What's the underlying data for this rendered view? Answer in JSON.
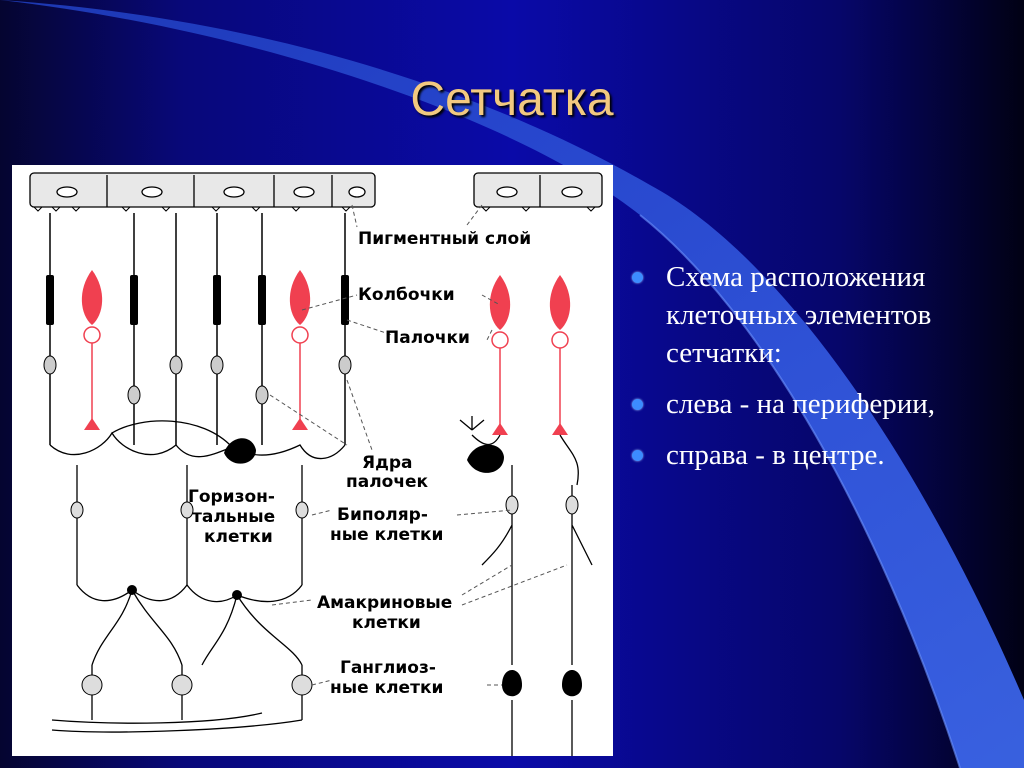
{
  "slide": {
    "title": "Сетчатка",
    "bullets": [
      {
        "text": "Схема расположения клеточных элементов сетчатки:"
      },
      {
        "text": "слева - на периферии,"
      },
      {
        "text": "справа - в центре."
      }
    ]
  },
  "diagram": {
    "labels": {
      "pigment": "Пигментный слой",
      "cones": "Колбочки",
      "rods": "Палочки",
      "rod_nuclei_1": "Ядра",
      "rod_nuclei_2": "палочек",
      "horizontal_1": "Горизон-",
      "horizontal_2": "тальные",
      "horizontal_3": "клетки",
      "bipolar_1": "Биполяр-",
      "bipolar_2": "ные клетки",
      "amacrine_1": "Амакриновые",
      "amacrine_2": "клетки",
      "ganglion_1": "Ганглиоз-",
      "ganglion_2": "ные клетки"
    }
  },
  "colors": {
    "background_left": "#000000",
    "background_mid": "#0A0AA8",
    "background_right": "#000000",
    "swoosh": "#2E5BE8",
    "title": "#F2C980",
    "bullet_dot": "#3C8CFF",
    "cone": "#F04050"
  }
}
